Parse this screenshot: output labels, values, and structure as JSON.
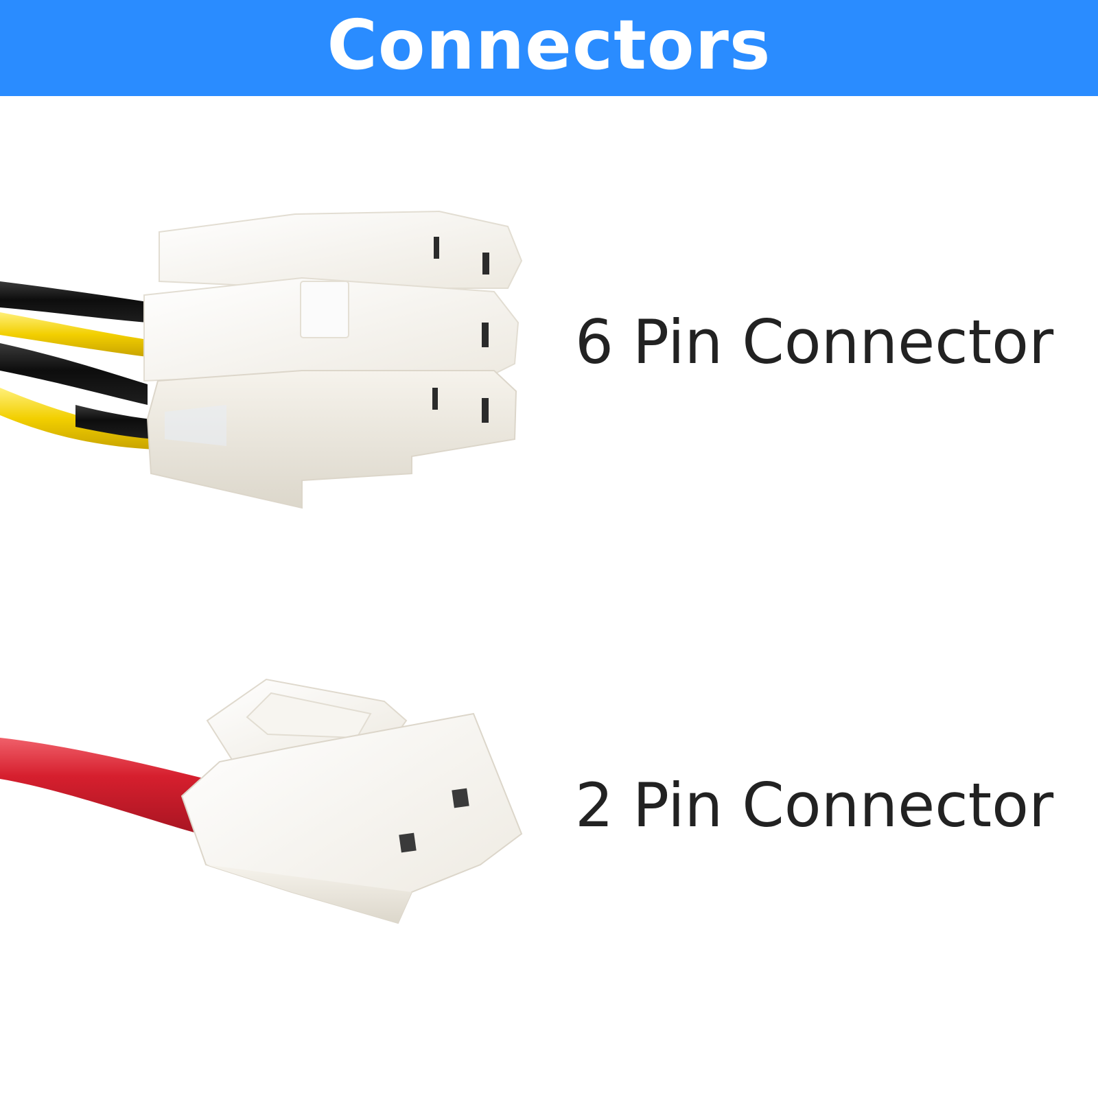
{
  "header": {
    "title": "Connectors",
    "background_color": "#2a8cff"
  },
  "connectors": [
    {
      "label": "6 Pin Connector",
      "housing_icon": "six-pin-connector-icon",
      "wire_colors": [
        "#141414",
        "#f5d200"
      ]
    },
    {
      "label": "2 Pin Connector",
      "housing_icon": "two-pin-connector-icon",
      "wire_colors": [
        "#d8202e"
      ]
    }
  ]
}
